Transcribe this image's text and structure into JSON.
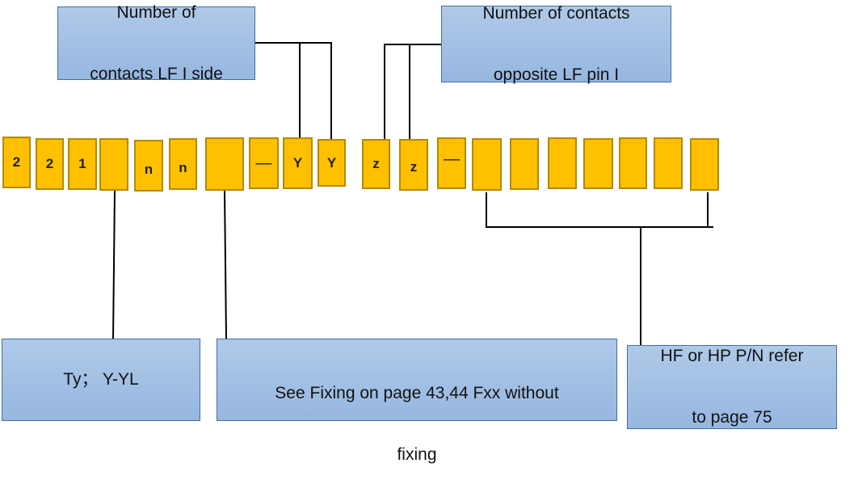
{
  "boxes": {
    "lf_side": [
      "Number of",
      "contacts LF I side"
    ],
    "opposite": [
      "Number of contacts",
      "opposite LF pin I"
    ],
    "type": "Ty；  Y-YL",
    "fixing": [
      "See Fixing on page 43,44 Fxx without",
      "fixing"
    ],
    "hf": [
      "HF or HP P/N refer",
      "to page 75"
    ]
  },
  "cells": [
    "2",
    "2",
    "1",
    "",
    "n",
    "n",
    "",
    "—",
    "Y",
    "Y",
    "z",
    "z",
    "—",
    "",
    "",
    "",
    "",
    "",
    "",
    ""
  ],
  "colors": {
    "cell_fill": "#ffc000",
    "cell_border": "#b38a00",
    "note_fill": "#a6c2e6",
    "note_border": "#41719c",
    "line": "#000000"
  }
}
